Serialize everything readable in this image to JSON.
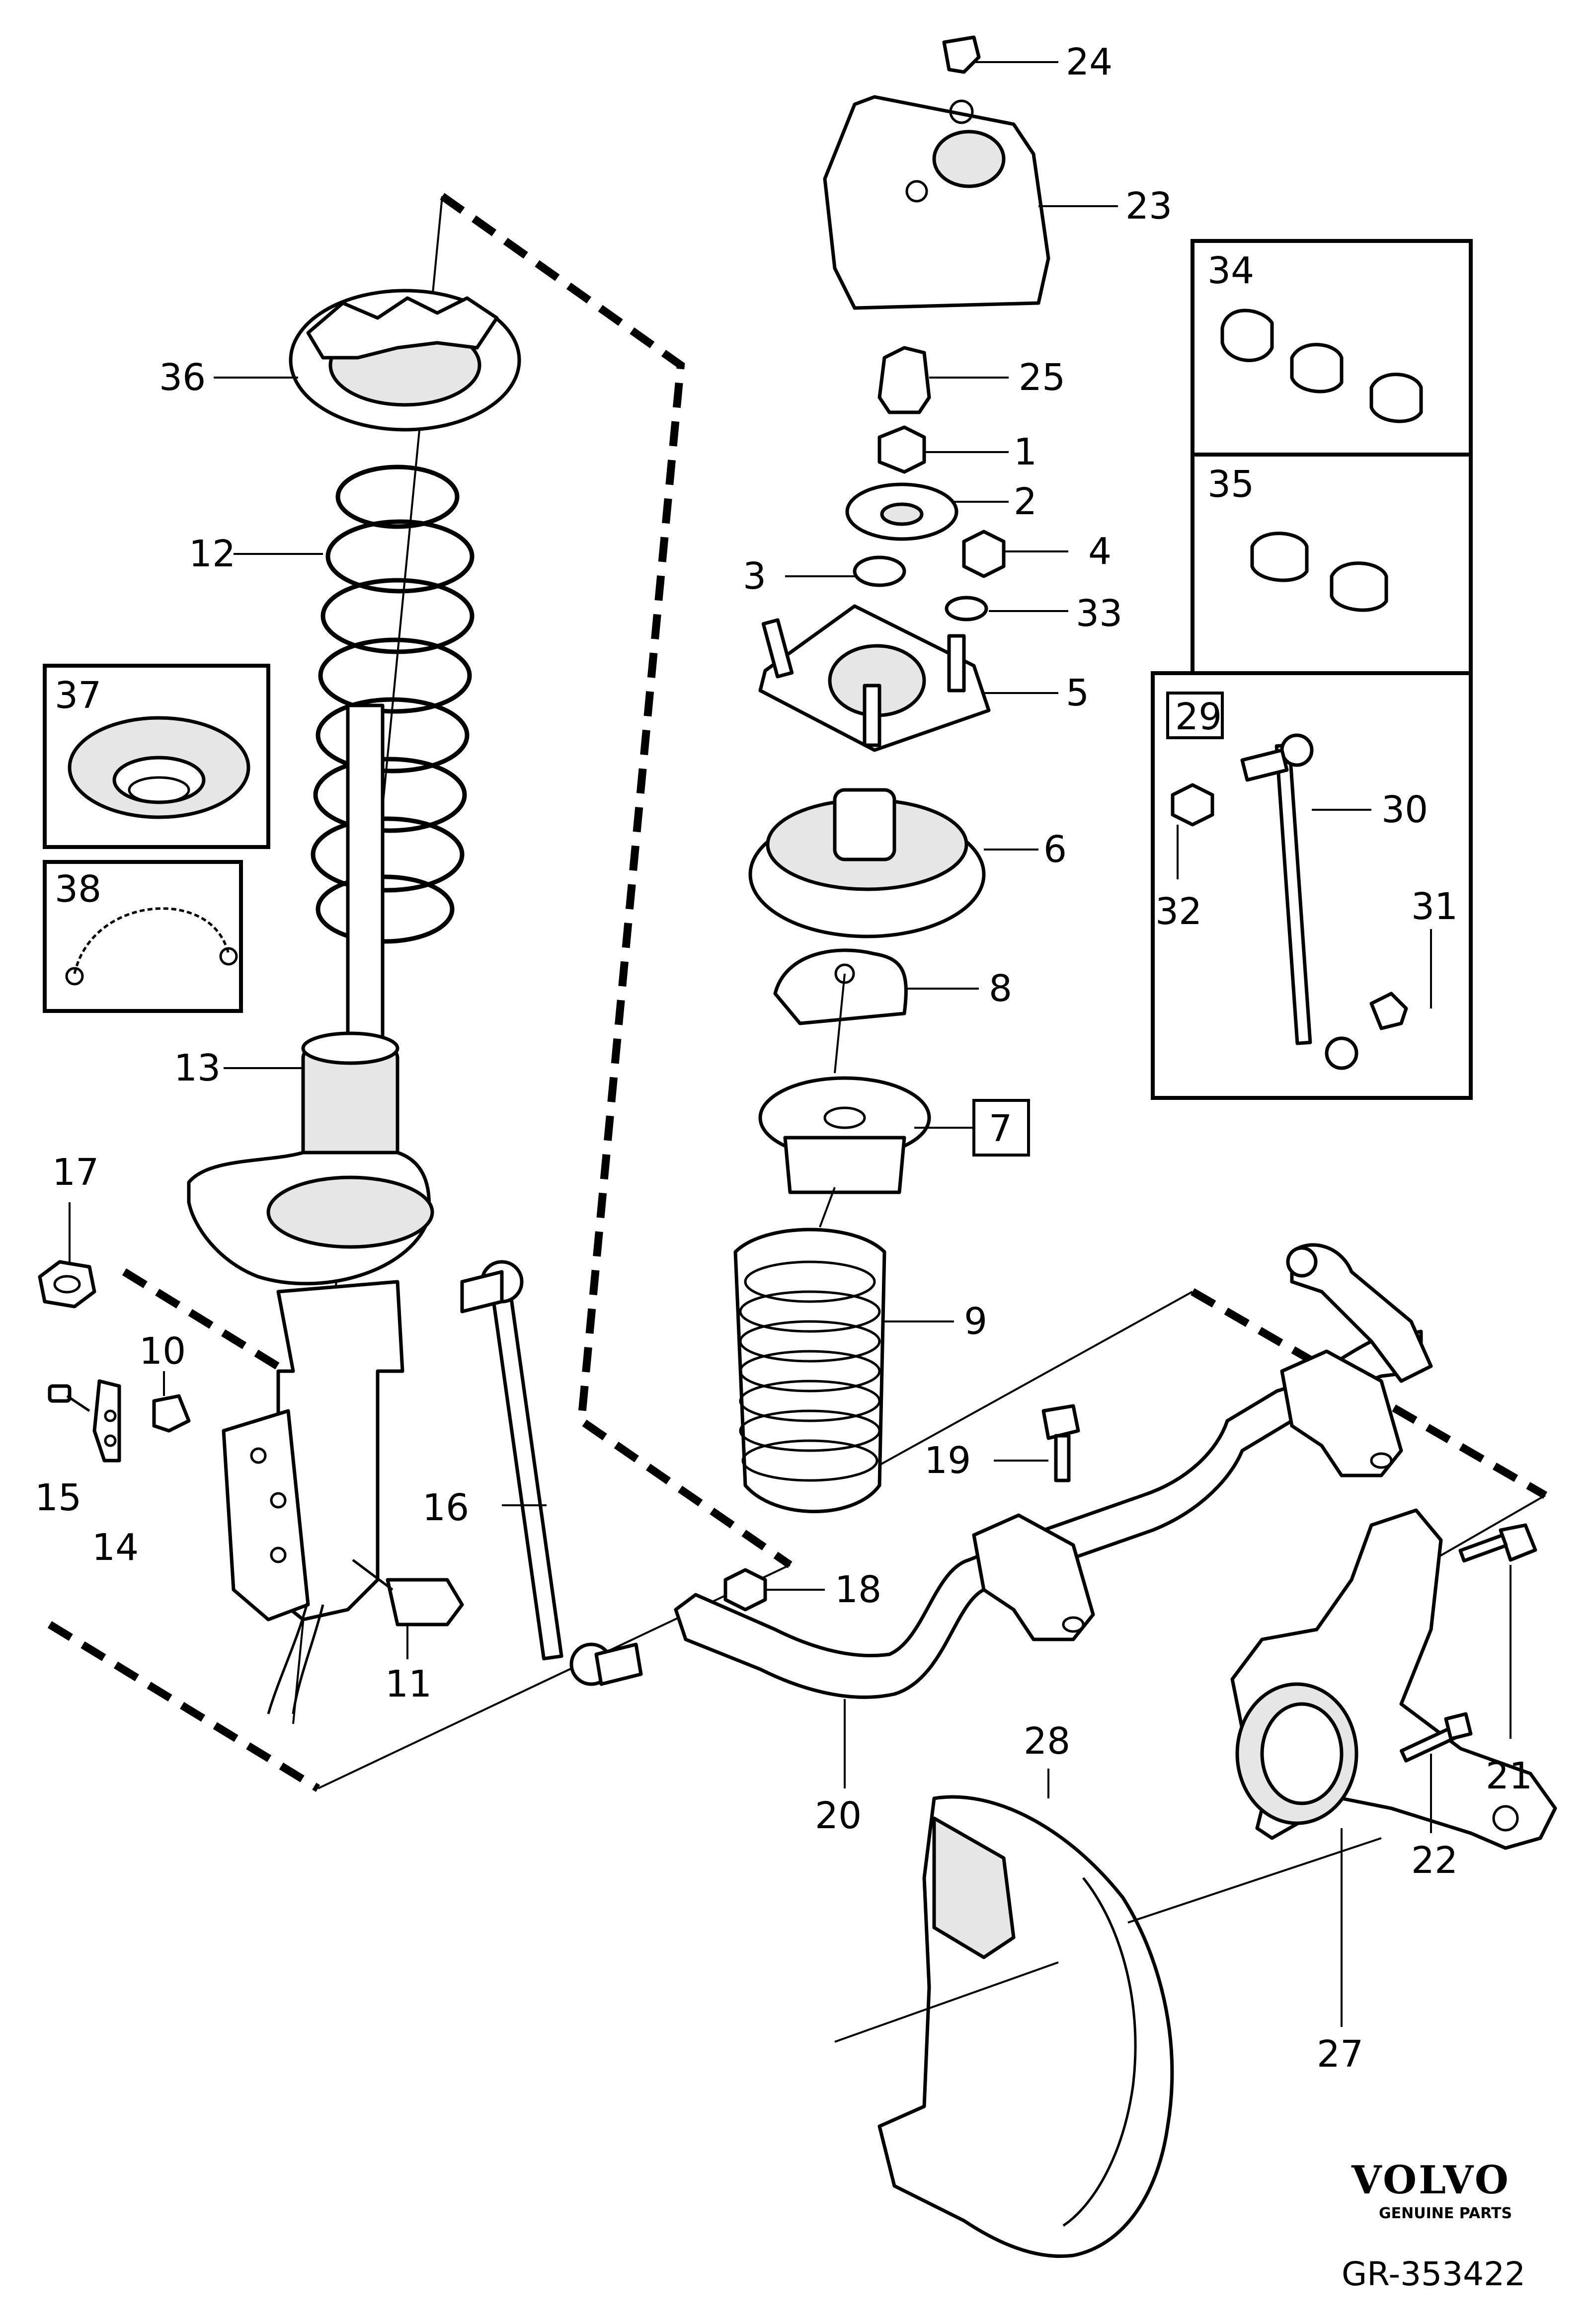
{
  "diagram": {
    "brand": "VOLVO",
    "brand_subtitle": "GENUINE PARTS",
    "reference": "GR-353422",
    "callouts": {
      "c1": "1",
      "c2": "2",
      "c3": "3",
      "c4": "4",
      "c5": "5",
      "c6": "6",
      "c7": "7",
      "c8": "8",
      "c9": "9",
      "c10": "10",
      "c11": "11",
      "c12": "12",
      "c13": "13",
      "c14": "14",
      "c15": "15",
      "c16": "16",
      "c17": "17",
      "c18": "18",
      "c19": "19",
      "c20": "20",
      "c21": "21",
      "c22": "22",
      "c23": "23",
      "c24": "24",
      "c25": "25",
      "c27": "27",
      "c28": "28",
      "c29": "29",
      "c30": "30",
      "c31": "31",
      "c32": "32",
      "c33": "33",
      "c34": "34",
      "c35": "35",
      "c36": "36",
      "c37": "37",
      "c38": "38"
    }
  }
}
